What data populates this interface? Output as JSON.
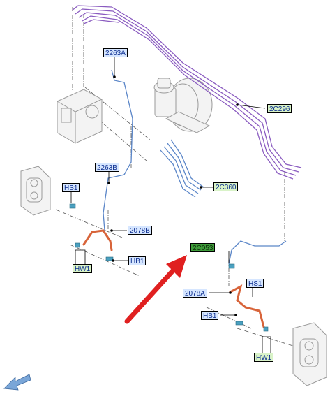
{
  "callouts": {
    "c2263a": "2263A",
    "c2c296": "2C296",
    "c2263b": "2263B",
    "c2c360": "2C360",
    "chs1_left": "HS1",
    "c2078b": "2078B",
    "chb1_left": "HB1",
    "chw1_left": "HW1",
    "c2c053": "2C053",
    "chs1_right": "HS1",
    "c2078a": "2078A",
    "chb1_right": "HB1",
    "chw1_right": "HW1"
  },
  "colors": {
    "callout_blue_fill": "#d6e6ff",
    "callout_green_fill": "#d9f3c8",
    "callout_dark_fill": "#3e9c3a",
    "callout_text": "#0a2c8f",
    "purple_lines": "#8a5bc0",
    "blue_lines": "#5b86c8",
    "orange_hoses": "#d8643a",
    "red_arrow": "#e02020",
    "parts_grey": "#9a9a9a",
    "nav_arrow": "#7aa6d8"
  },
  "icons": {
    "pointer": "red-pointer-arrow",
    "navigation": "back-arrow-icon"
  }
}
